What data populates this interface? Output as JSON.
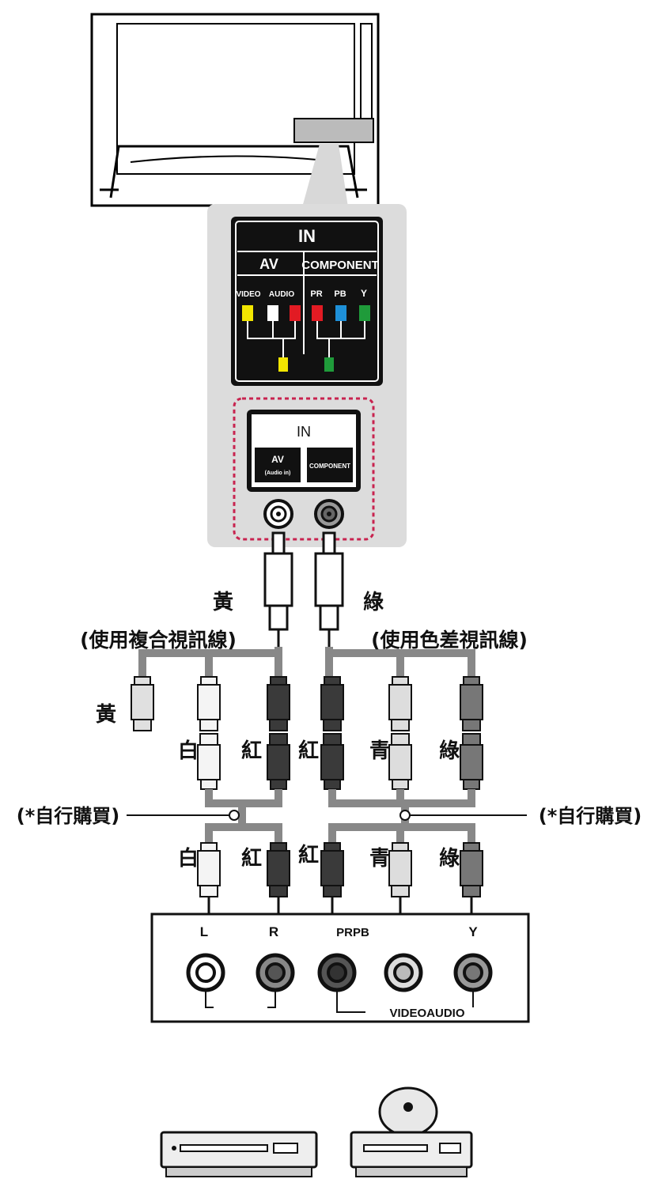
{
  "top_panel": {
    "title": "IN",
    "av_label": "AV",
    "component_label": "COMPONENT",
    "video_label": "VIDEO",
    "audio_label": "AUDIO",
    "pr_label": "PR",
    "pb_label": "PB",
    "y_label": "Y"
  },
  "jack_panel": {
    "title": "IN",
    "av_label": "AV",
    "av_sub": "(Audio in)",
    "component_label": "COMPONENT"
  },
  "labels": {
    "yellow_top": "黃",
    "green_top": "綠",
    "composite_cable": "(使用複合視訊線)",
    "component_cable": "(使用色差視訊線)",
    "yellow_left": "黃",
    "white_1": "白",
    "red_1": "紅",
    "red_2": "紅",
    "cyan_1": "青",
    "green_1": "綠",
    "buy_left": "(*自行購買)",
    "buy_right": "(*自行購買)",
    "white_2": "白",
    "red_3": "紅",
    "red_4": "紅",
    "cyan_2": "青",
    "green_2": "綠"
  },
  "device_panel": {
    "l_label": "L",
    "r_label": "R",
    "prpb_label": "PRPB",
    "y_label": "Y",
    "video_audio": "VIDEOAUDIO"
  },
  "colors": {
    "yellow": "#f2e600",
    "white": "#ffffff",
    "red": "#e21b23",
    "blue": "#1e90d8",
    "green": "#1f9b3a",
    "pink_dash": "#c8234f",
    "panel_gray": "#dcdcdc"
  }
}
